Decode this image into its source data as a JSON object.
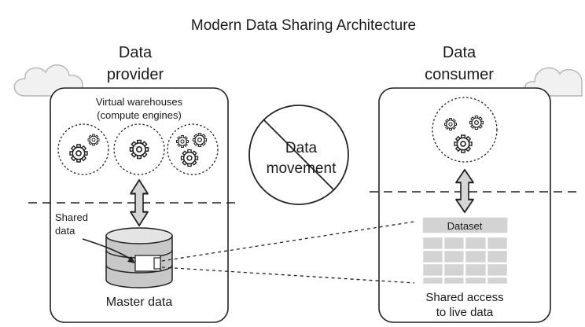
{
  "title": "Modern Data Sharing Architecture",
  "provider": {
    "heading_line1": "Data",
    "heading_line2": "provider",
    "warehouses_line1": "Virtual warehouses",
    "warehouses_line2": "(compute engines)",
    "shared_line1": "Shared",
    "shared_line2": "data",
    "database_label": "Master data"
  },
  "no_movement": {
    "line1": "Data",
    "line2": "movement"
  },
  "consumer": {
    "heading_line1": "Data",
    "heading_line2": "consumer",
    "dataset_label": "Dataset",
    "access_line1": "Shared access",
    "access_line2": "to live data"
  },
  "colors": {
    "stroke": "#222222",
    "cloud_fill": "#f1f1f1",
    "cloud_stroke": "#b5b5b5",
    "arrow_fill": "#d6d6d6",
    "table_fill": "#d3d3d3",
    "cylinder_fill": "#c8c8c8"
  },
  "icons": {
    "gear": "gear-icon",
    "cloud": "cloud-icon",
    "database": "database-icon",
    "arrow": "double-arrow-icon",
    "prohibited": "no-sign-icon"
  }
}
